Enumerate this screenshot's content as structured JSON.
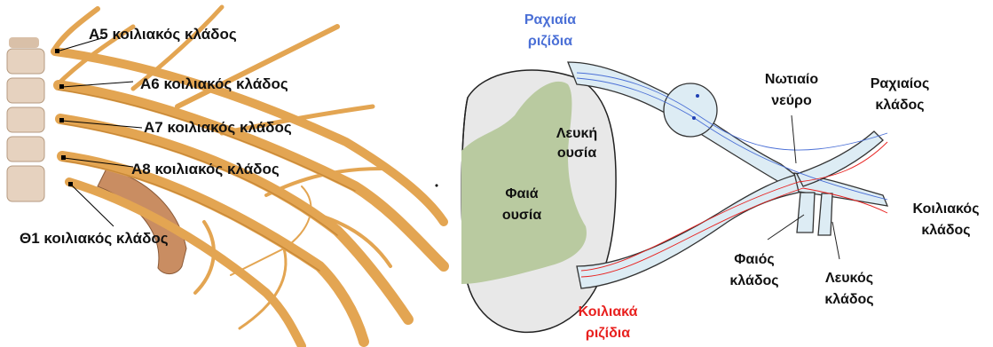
{
  "left_panel": {
    "labels": [
      {
        "text": "Α5 κοιλιακός κλάδος"
      },
      {
        "text": "Α6 κοιλιακός κλάδος"
      },
      {
        "text": "Α7 κοιλιακός κλάδος"
      },
      {
        "text": "Α8 κοιλιακός κλάδος"
      },
      {
        "text": "Θ1 κοιλιακός κλάδος"
      }
    ]
  },
  "right_panel": {
    "dorsal_roots": {
      "line1": "Ραχιαία",
      "line2": "ριζίδια",
      "color": "#4a6fd6"
    },
    "ventral_roots": {
      "line1": "Κοιλιακά",
      "line2": "ριζίδια",
      "color": "#e8201e"
    },
    "white_matter": {
      "line1": "Λευκή",
      "line2": "ουσία"
    },
    "gray_matter": {
      "line1": "Φαιά",
      "line2": "ουσία"
    },
    "spinal_nerve": {
      "line1": "Νωτιαίο",
      "line2": "νεύρο"
    },
    "dorsal_ramus": {
      "line1": "Ραχιαίος",
      "line2": "κλάδος"
    },
    "ventral_ramus": {
      "line1": "Κοιλιακός",
      "line2": "κλάδος"
    },
    "gray_ramus": {
      "line1": "Φαιός",
      "line2": "κλάδος"
    },
    "white_ramus": {
      "line1": "Λευκός",
      "line2": "κλάδος"
    }
  },
  "colors": {
    "nerve": "#e3a552",
    "nerve_dark": "#b87828",
    "gray_matter": "#b9caa0",
    "white_matter": "#e8e8e8",
    "nerve_fill": "#ddecf4"
  }
}
